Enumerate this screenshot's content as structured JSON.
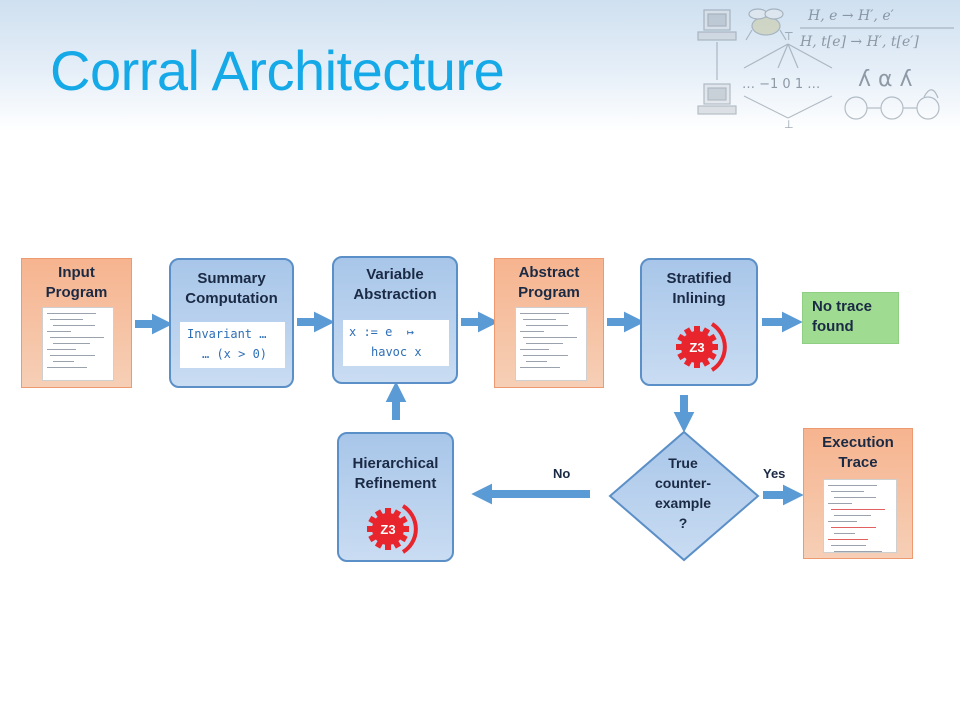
{
  "slide": {
    "title": "Corral Architecture"
  },
  "header_decoration": {
    "formula_1": "H, e  → H′, e′",
    "formula_2": "H, t[e]  → H′, t[e′]",
    "number_line": "… −1  0  1  …",
    "top_symbol": "⊤",
    "bottom_symbol": "⊥",
    "greek": "ʎ α ʎ"
  },
  "diagram": {
    "input_program": {
      "line1": "Input",
      "line2": "Program"
    },
    "summary_computation": {
      "line1": "Summary",
      "line2": "Computation",
      "code1": "Invariant …",
      "code2": "… (x > 0)"
    },
    "variable_abstraction": {
      "line1": "Variable",
      "line2": "Abstraction",
      "code1": "x := e  ↦",
      "code2": "havoc x"
    },
    "abstract_program": {
      "line1": "Abstract",
      "line2": "Program"
    },
    "stratified_inlining": {
      "line1": "Stratified",
      "line2": "Inlining",
      "solver": "Z3"
    },
    "no_trace_found": {
      "line1": "No trace",
      "line2": "found"
    },
    "hierarchical_refinement": {
      "line1": "Hierarchical",
      "line2": "Refinement",
      "solver": "Z3"
    },
    "decision": {
      "line1": "True",
      "line2": "counter-",
      "line3": "example",
      "line4": "?"
    },
    "execution_trace": {
      "line1": "Execution",
      "line2": "Trace"
    },
    "edge_no": "No",
    "edge_yes": "Yes"
  },
  "colors": {
    "title": "#16a9e8",
    "orange_box": "#f6b48f",
    "blue_box": "#a8c6e9",
    "green_box": "#9fdc92",
    "arrow": "#5b9bd5",
    "z3_red": "#e8242c"
  },
  "icons": [
    "computer-icon",
    "bee-icon",
    "z3-gear-icon",
    "arrow-icon"
  ]
}
